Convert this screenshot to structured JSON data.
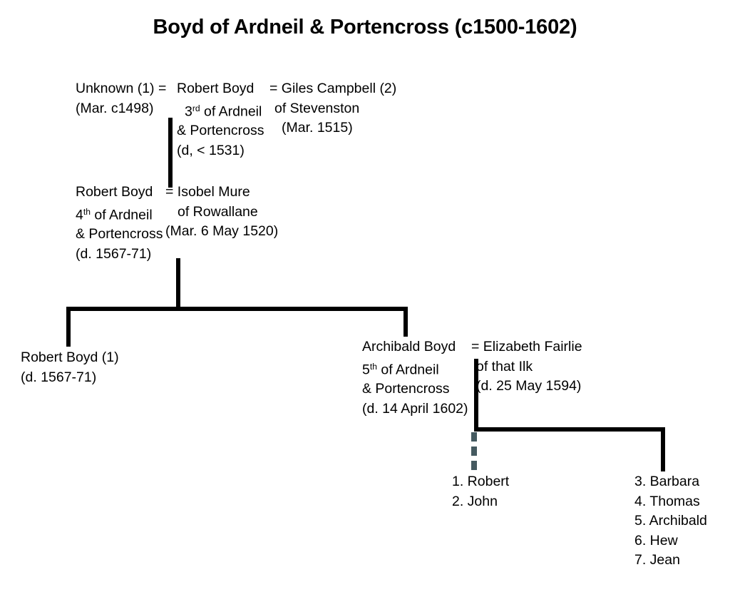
{
  "title": "Boyd of Ardneil & Portencross (c1500-1602)",
  "colors": {
    "line": "#000000",
    "dashed_line": "#455a60",
    "background": "#ffffff",
    "text": "#000000"
  },
  "generations": {
    "gen1": {
      "spouse_left": {
        "name": "Unknown (1) =",
        "marriage": "(Mar. c1498)"
      },
      "principal": {
        "name": "Robert Boyd",
        "title_number": "3",
        "title_ordinal": "rd",
        "title_rest": " of Ardneil",
        "estate": "& Portencross",
        "death": "(d, < 1531)"
      },
      "spouse_right": {
        "name": "= Giles Campbell (2)",
        "of": "of Stevenston",
        "marriage": "(Mar. 1515)"
      }
    },
    "gen2": {
      "principal": {
        "name": "Robert Boyd",
        "title_number": "4",
        "title_ordinal": "th",
        "title_rest": " of Ardneil",
        "estate": "& Portencross",
        "death": "(d. 1567-71)"
      },
      "spouse": {
        "name": "= Isobel Mure",
        "of": "of Rowallane",
        "marriage": "(Mar. 6 May 1520)"
      }
    },
    "gen3": {
      "child_left": {
        "name": "Robert Boyd (1)",
        "death": "(d. 1567-71)"
      },
      "child_right": {
        "name": "Archibald Boyd",
        "title_number": "5",
        "title_ordinal": "th",
        "title_rest": " of Ardneil",
        "estate": "& Portencross",
        "death": "(d. 14 April 1602)"
      },
      "child_right_spouse": {
        "name": "= Elizabeth Fairlie",
        "of": "of that Ilk",
        "death": "(d. 25 May 1594)"
      }
    },
    "gen4": {
      "children_left": [
        "1. Robert",
        "2. John"
      ],
      "children_right": [
        "3. Barbara",
        "4. Thomas",
        "5. Archibald",
        "6. Hew",
        "7. Jean"
      ]
    }
  }
}
